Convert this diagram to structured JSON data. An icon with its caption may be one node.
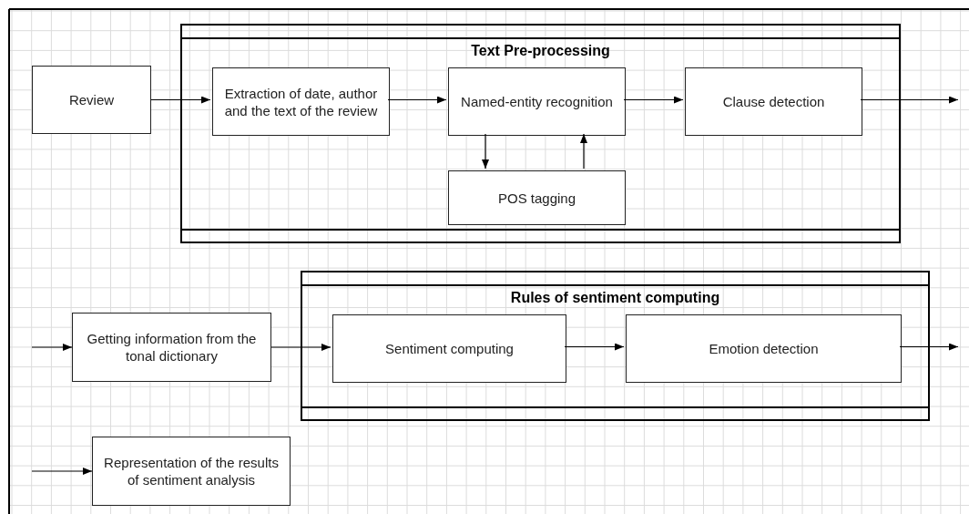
{
  "diagram": {
    "nodes": [
      {
        "text": [
          "Review"
        ]
      },
      {
        "text": [
          "Text Pre-processing"
        ]
      },
      {
        "text": [
          "Extraction of date, author and the text of the review"
        ],
        "in": 1
      },
      {
        "text": [
          "Named-entity recognition"
        ],
        "in": 1
      },
      {
        "text": [
          "Clause detection"
        ],
        "in": 1
      },
      {
        "text": [
          "POS tagging"
        ],
        "in": 1
      },
      {
        "text": [
          "Getting information from the tonal dictionary"
        ]
      },
      {
        "text": [
          "Rules of sentiment computing"
        ]
      },
      {
        "text": [
          "Sentiment computing"
        ],
        "in": 7
      },
      {
        "text": [
          "Emotion detection"
        ],
        "in": 7
      },
      {
        "text": [
          "Representation of the results of sentiment analysis"
        ]
      }
    ],
    "edges": [
      {
        "from": 0,
        "to": 2,
        "arrow": "to"
      },
      {
        "from": 2,
        "to": 3,
        "arrow": "to"
      },
      {
        "from": 3,
        "to": 5,
        "arrow": "to"
      },
      {
        "from": 5,
        "to": 3,
        "arrow": "to"
      },
      {
        "from": 3,
        "to": 4,
        "arrow": "to"
      },
      {
        "from": 4,
        "to": null,
        "arrow": "to"
      },
      {
        "from": null,
        "to": 6,
        "arrow": "to"
      },
      {
        "from": 6,
        "to": 8,
        "arrow": "to"
      },
      {
        "from": 8,
        "to": 9,
        "arrow": "to"
      },
      {
        "from": 9,
        "to": null,
        "arrow": "to"
      },
      {
        "from": null,
        "to": 10,
        "arrow": "to"
      }
    ]
  }
}
